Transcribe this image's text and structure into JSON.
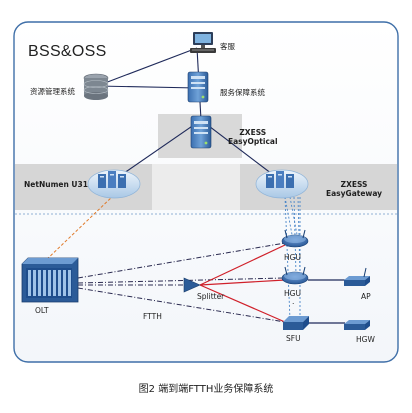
{
  "diagram": {
    "title": "BSS&OSS",
    "nodes": {
      "customer_service": "客服",
      "resource_mgmt": "资源管理系统",
      "service_assurance": "服务保障系统",
      "zxess_optical": "ZXESS\nEasyOptical",
      "netnumen": "NetNumen U31",
      "zxess_gateway": "ZXESS\nEasyGateway",
      "hgu_top": "HGU",
      "hgu_mid": "HGU",
      "ap": "AP",
      "olt": "OLT",
      "splitter": "Splitter",
      "ftth": "FTTH",
      "sfu": "SFU",
      "hgw": "HGW",
      "dots": "."
    },
    "caption": "图2  端到端FTTH业务保障系统"
  },
  "colors": {
    "border": "#3f6fa8",
    "band": "#d6d6d6",
    "link_dark": "#2a2a50",
    "link_red": "#d0202a",
    "link_orange": "#e07a2a",
    "link_blue": "#4a86c8"
  }
}
